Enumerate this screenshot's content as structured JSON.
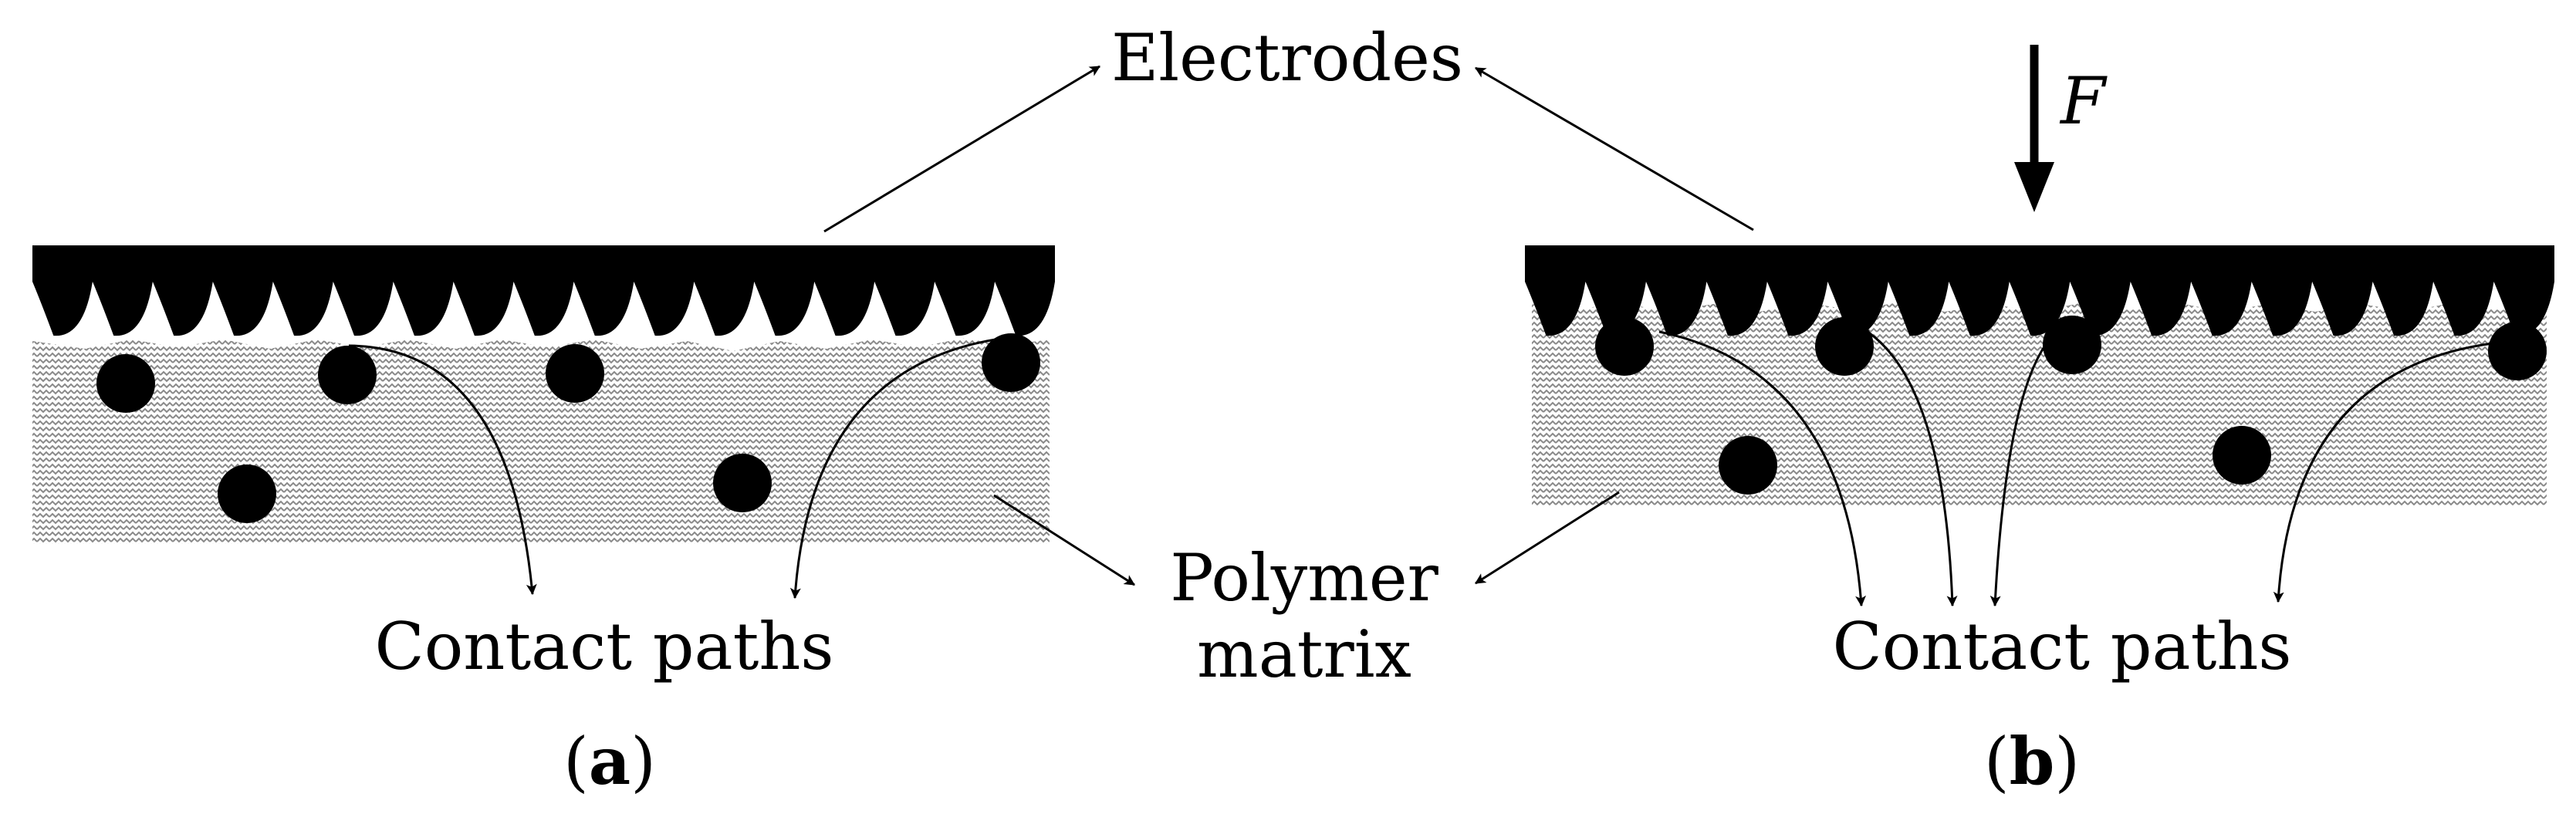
{
  "labels": {
    "electrodes": "Electrodes",
    "force": "F",
    "contact_paths": "Contact paths",
    "polymer_line1": "Polymer",
    "polymer_line2": "matrix"
  },
  "panels": [
    {
      "caption_open": "(",
      "caption_letter": "a",
      "caption_close": ")"
    },
    {
      "caption_open": "(",
      "caption_letter": "b",
      "caption_close": ")"
    }
  ],
  "colors": {
    "ink": "#000000",
    "matrix_fill": "#ffffff",
    "matrix_pattern": "#8a8a8a"
  }
}
